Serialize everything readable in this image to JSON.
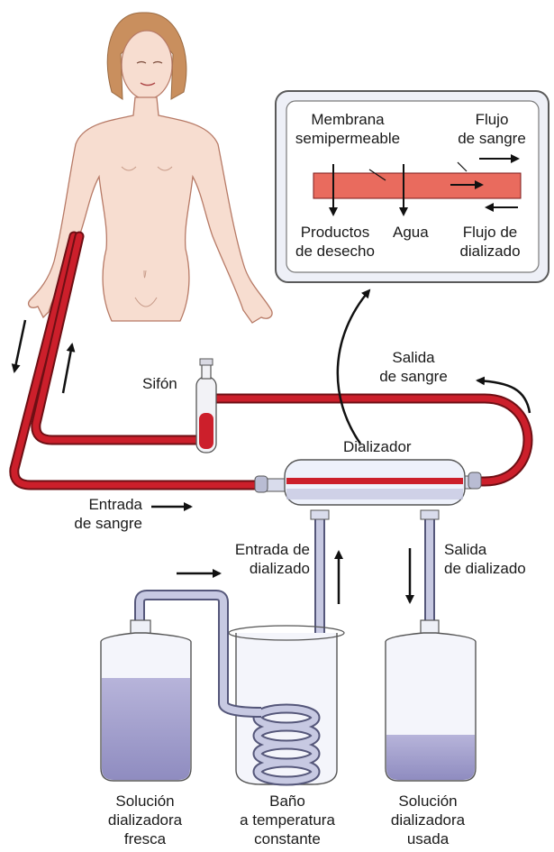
{
  "labels": {
    "membrana": [
      "Membrana",
      "semipermeable"
    ],
    "flujo_sangre": [
      "Flujo",
      "de sangre"
    ],
    "productos": [
      "Productos",
      "de desecho"
    ],
    "agua": "Agua",
    "flujo_dializado": [
      "Flujo de",
      "dializado"
    ],
    "sifon": "Sifón",
    "salida_sangre": [
      "Salida",
      "de sangre"
    ],
    "dializador": "Dializador",
    "entrada_sangre": [
      "Entrada",
      "de sangre"
    ],
    "entrada_dializado": [
      "Entrada de",
      "dializado"
    ],
    "salida_dializado": [
      "Salida",
      "de dializado"
    ],
    "solucion_fresca": [
      "Solución",
      "dializadora",
      "fresca"
    ],
    "bano": [
      "Baño",
      "a temperatura",
      "constante"
    ],
    "solucion_usada": [
      "Solución",
      "dializadora",
      "usada"
    ]
  },
  "colors": {
    "blood": "#cc1f2b",
    "blood_dark": "#6e0f14",
    "skin": "#f7ddd0",
    "skin_line": "#b77a66",
    "hair": "#c98f5e",
    "dialysate": "#a9a6cf",
    "tube": "#c7c9e2",
    "tube_line": "#55577a",
    "membrane": "#e96b5e",
    "inset_border": "#5a5a5a"
  }
}
